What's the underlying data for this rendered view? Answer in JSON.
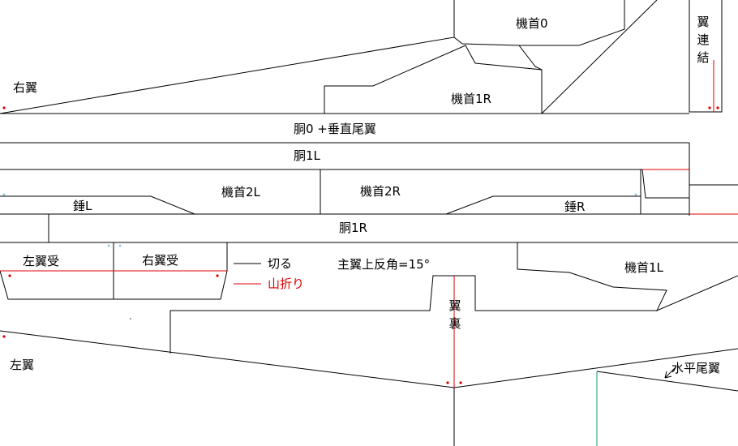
{
  "labels": {
    "right_wing": "右翼",
    "nose0": "機首0",
    "wing_joint": "翼連結",
    "nose1r": "機首1R",
    "body0": "胴0 +垂直尾翼",
    "body1l": "胴1L",
    "nose2l": "機首2L",
    "nose2r": "機首2R",
    "weight_l": "錘L",
    "weight_r": "錘R",
    "body1r": "胴1R",
    "left_wing_holder": "左翼受",
    "right_wing_holder": "右翼受",
    "main_wing_dihedral": "主翼上反角=15°",
    "nose1l": "機首1L",
    "wing_back": "翼裏",
    "left_wing": "左翼",
    "horizontal_tail": "水平尾翼"
  },
  "legend": {
    "cut": "切る",
    "mountain_fold": "山折り"
  },
  "colors": {
    "cut_line": "#000000",
    "fold_line": "#e00000",
    "mark_red": "#e00000",
    "mark_cyan": "#7fc8e0",
    "green_line": "#1a9a6a"
  }
}
